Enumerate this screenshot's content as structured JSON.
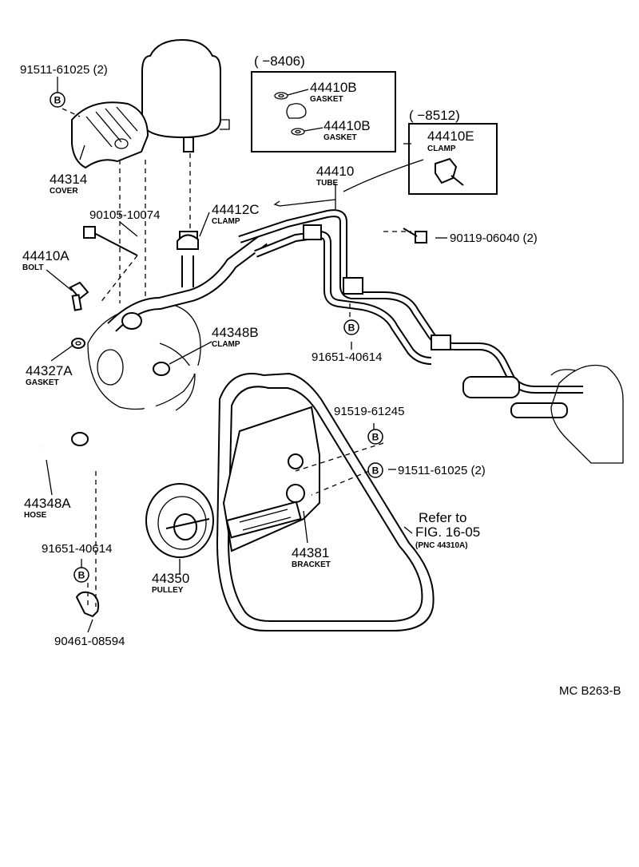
{
  "parts": {
    "p_91511_top": "91511-61025 (2)",
    "p_44314": "44314",
    "p_44314_desc": "COVER",
    "p_90105": "90105-10074",
    "p_44410A": "44410A",
    "p_44410A_desc": "BOLT",
    "p_44327A": "44327A",
    "p_44327A_desc": "GASKET",
    "p_44412C": "44412C",
    "p_44412C_desc": "CLAMP",
    "p_44348B": "44348B",
    "p_44348B_desc": "CLAMP",
    "p_44348A": "44348A",
    "p_44348A_desc": "HOSE",
    "p_91651_left": "91651-40614",
    "p_90461": "90461-08594",
    "p_44350": "44350",
    "p_44350_desc": "PULLEY",
    "p_44381": "44381",
    "p_44381_desc": "BRACKET",
    "p_44410": "44410",
    "p_44410_desc": "TUBE",
    "p_90119": "90119-06040 (2)",
    "p_91651_mid": "91651-40614",
    "p_91519": "91519-61245",
    "p_91511_right": "91511-61025 (2)",
    "p_44410B_1": "44410B",
    "p_44410B_1_desc": "GASKET",
    "p_44410B_2": "44410B",
    "p_44410B_2_desc": "GASKET",
    "p_44410E": "44410E",
    "p_44410E_desc": "CLAMP"
  },
  "boxes": {
    "box1_range": "(  −8406)",
    "box2_range": "(  −8512)"
  },
  "reference": {
    "line1": "Refer to",
    "line2": "FIG. 16-05",
    "line3": "(PNC 44310A)"
  },
  "marker_letter": "B",
  "drawing_code": "MC  B263-B"
}
